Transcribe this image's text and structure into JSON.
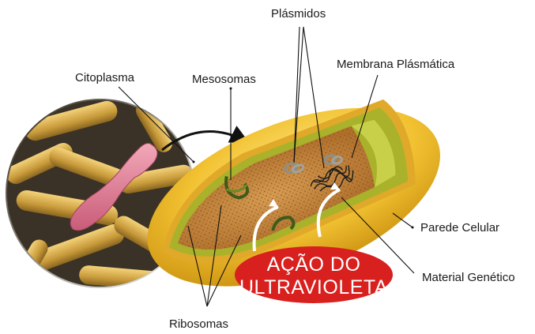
{
  "labels": {
    "plasmidos": "Plásmidos",
    "citoplasma": "Citoplasma",
    "mesosomas": "Mesosomas",
    "membrana": "Membrana Plásmática",
    "parede": "Parede Celular",
    "material": "Material Genético",
    "ribosomas": "Ribosomas"
  },
  "callout": {
    "line1": "AÇÃO DO",
    "line2": "ULTRAVIOLETA"
  },
  "colors": {
    "wall": "#f2c232",
    "wall_dark": "#c98f0e",
    "membrane": "#a9b22a",
    "cytoplasm": "#c9893e",
    "callout_red": "#d8201e"
  }
}
